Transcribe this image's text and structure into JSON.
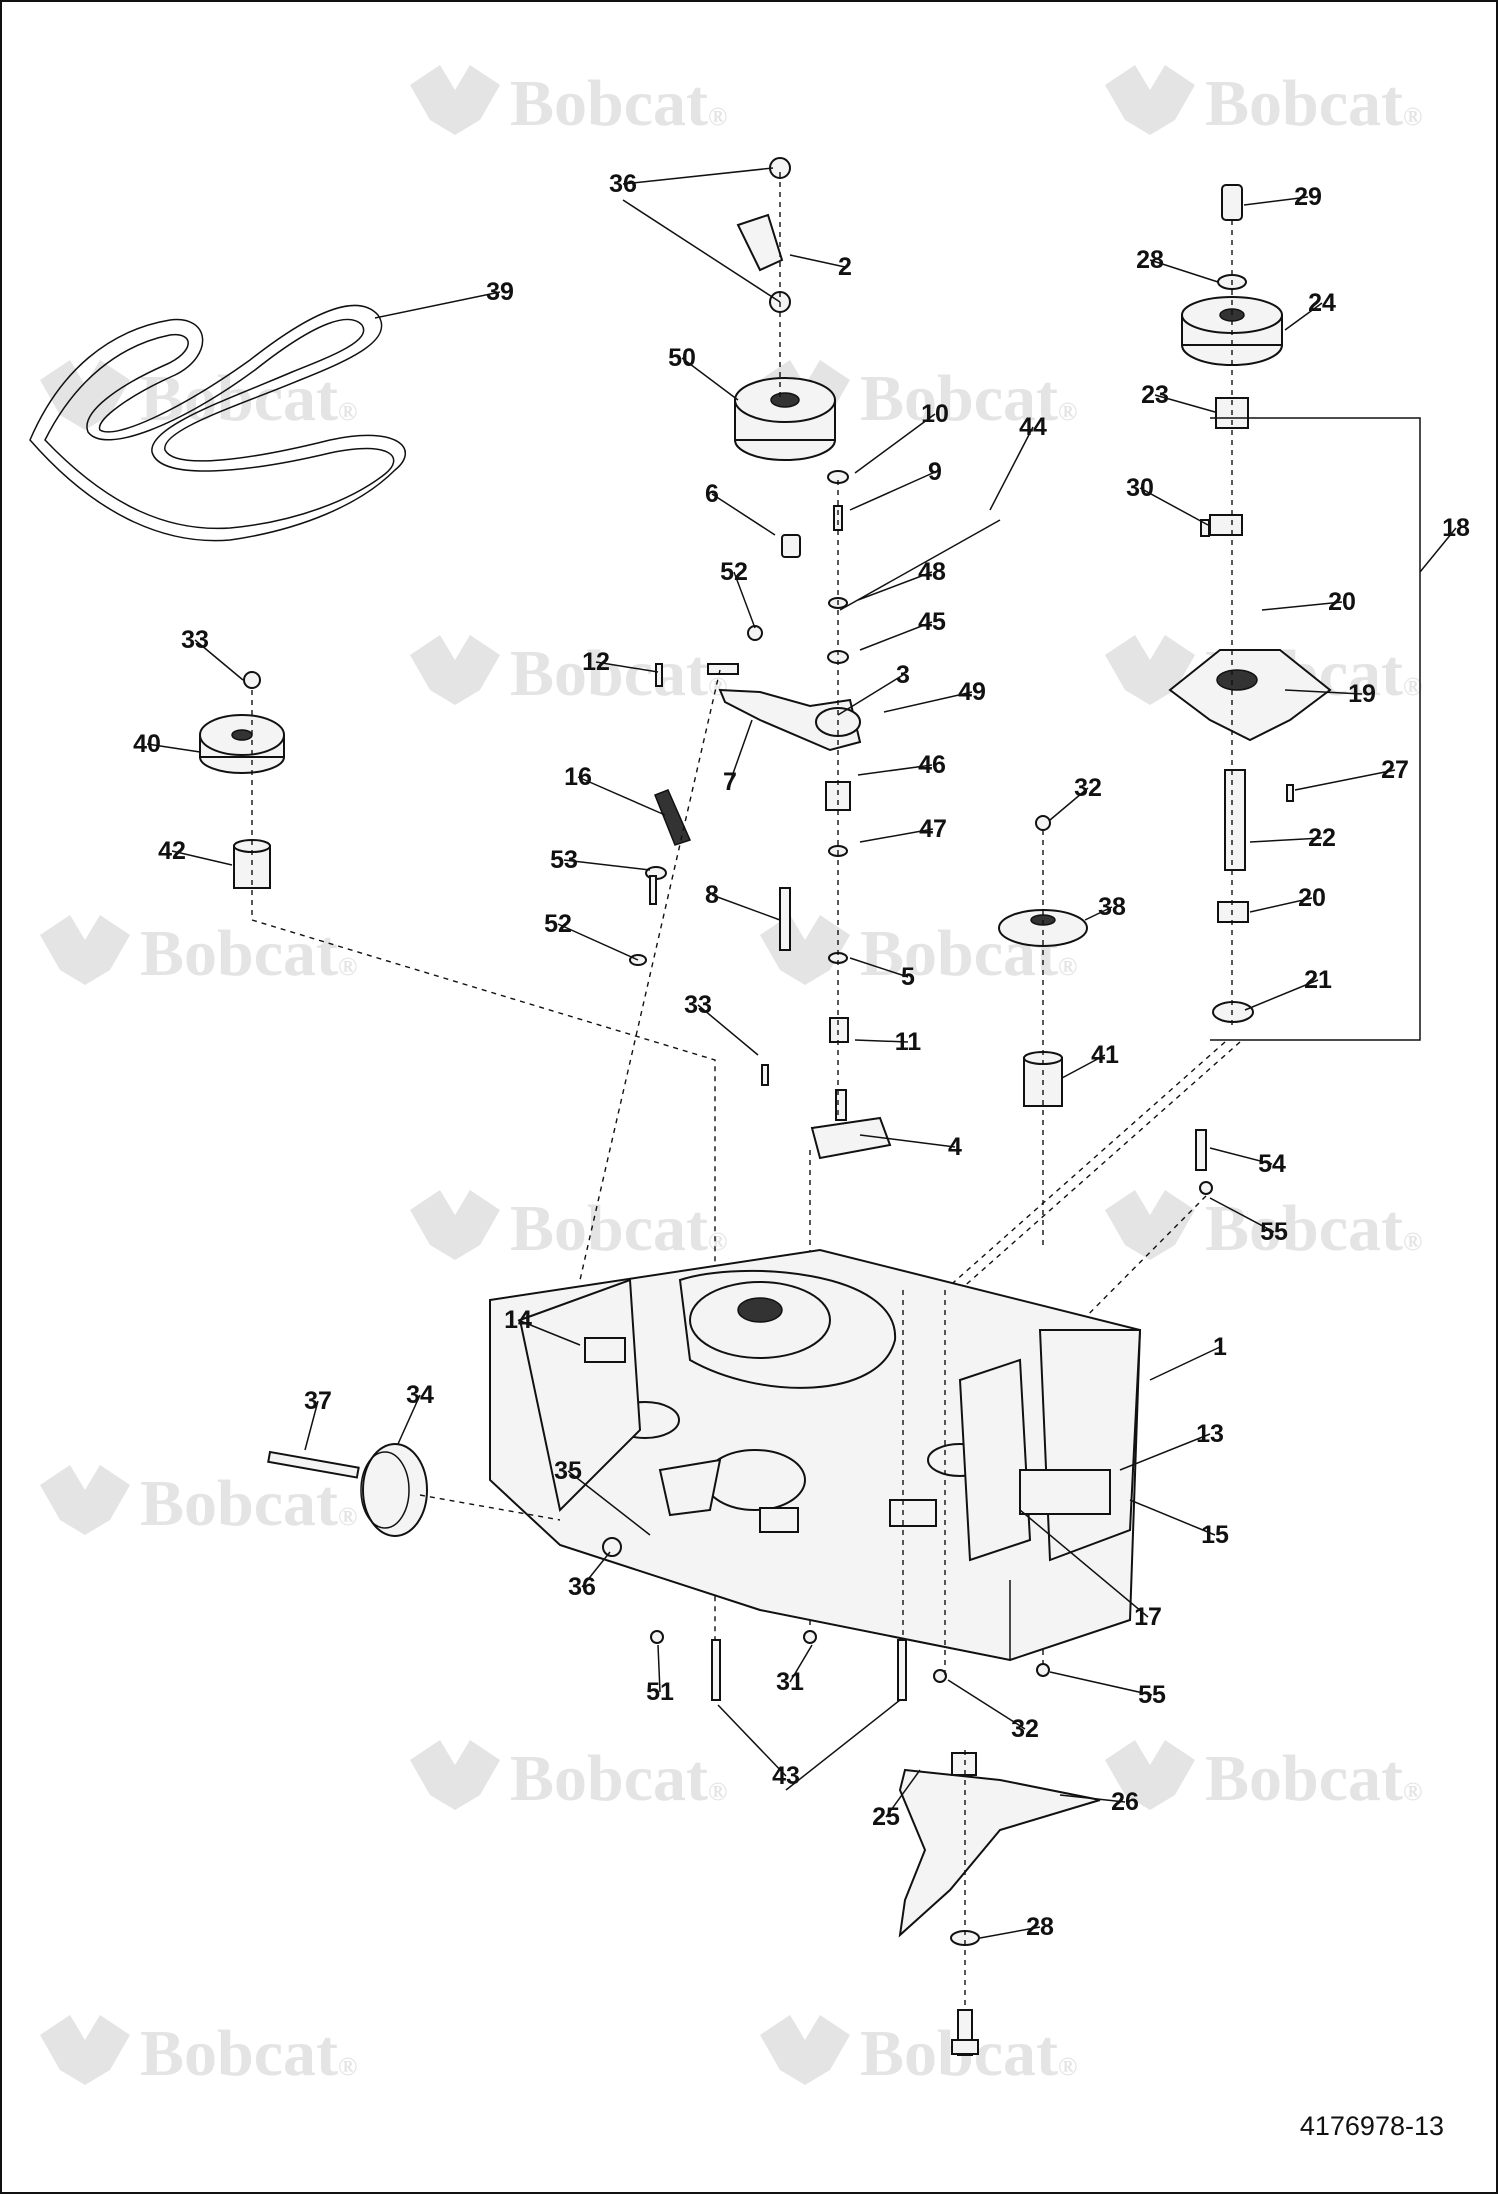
{
  "watermark": {
    "brand": "Bobcat",
    "mark": "®"
  },
  "drawing_number": "4176978-13",
  "callouts": [
    "1",
    "2",
    "3",
    "4",
    "5",
    "6",
    "7",
    "8",
    "9",
    "10",
    "11",
    "12",
    "13",
    "14",
    "15",
    "16",
    "17",
    "18",
    "19",
    "20",
    "20",
    "21",
    "22",
    "23",
    "24",
    "25",
    "26",
    "27",
    "28",
    "28",
    "29",
    "30",
    "31",
    "32",
    "32",
    "33",
    "33",
    "34",
    "35",
    "36",
    "36",
    "37",
    "38",
    "39",
    "40",
    "41",
    "42",
    "43",
    "44",
    "45",
    "46",
    "47",
    "48",
    "49",
    "50",
    "51",
    "52",
    "52",
    "53",
    "54",
    "55",
    "55"
  ]
}
